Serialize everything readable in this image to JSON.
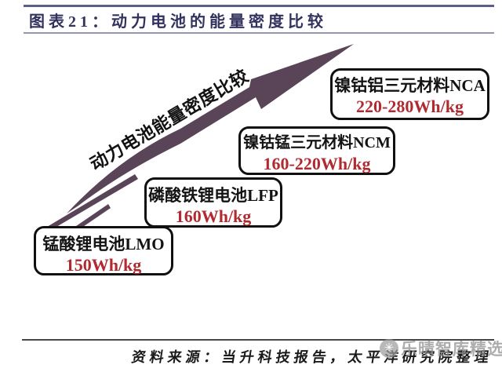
{
  "header": {
    "title": "图表21：动力电池的能量密度比较",
    "title_color": "#32325e",
    "rule_color": "#5c5c8e"
  },
  "chart_data": {
    "type": "diagram",
    "title": "动力电池能量密度比较",
    "arrow": {
      "label": "动力电池能量密度比较",
      "direction": "up-right",
      "color": "#5a4458"
    },
    "items": [
      {
        "label": "锰酸锂电池LMO",
        "value": "150Wh/kg",
        "wh_per_kg_min": 150,
        "wh_per_kg_max": 150
      },
      {
        "label": "磷酸铁锂电池LFP",
        "value": "160Wh/kg",
        "wh_per_kg_min": 160,
        "wh_per_kg_max": 160
      },
      {
        "label": "镍钴锰三元材料NCM",
        "value": "160-220Wh/kg",
        "wh_per_kg_min": 160,
        "wh_per_kg_max": 220
      },
      {
        "label": "镍钴铝三元材料NCA",
        "value": "220-280Wh/kg",
        "wh_per_kg_min": 220,
        "wh_per_kg_max": 280
      }
    ],
    "value_color": "#b02a30"
  },
  "footer": {
    "source": "资料来源：当升科技报告，太平洋研究院整理",
    "watermark": "乐晴智库精选"
  }
}
